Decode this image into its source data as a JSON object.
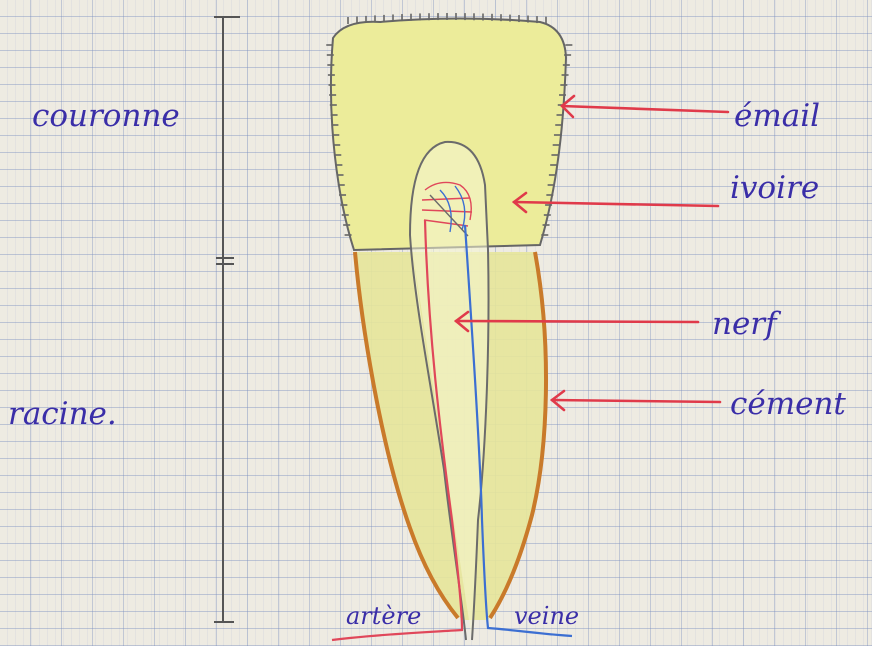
{
  "labels": {
    "couronne": "couronne",
    "racine": "racine.",
    "email": "émail",
    "ivoire": "ivoire",
    "nerf": "nerf",
    "cement": "cément",
    "artere": "artère",
    "veine": "veine"
  },
  "colors": {
    "ink": "#3a2ea8",
    "pencil": "#6b6b6b",
    "enamel_fill": "#ecec9c",
    "cement": "#c97a2a",
    "artery": "#e0475a",
    "vein": "#3c6fd2",
    "pointer_arrow": "#e03a4a"
  }
}
